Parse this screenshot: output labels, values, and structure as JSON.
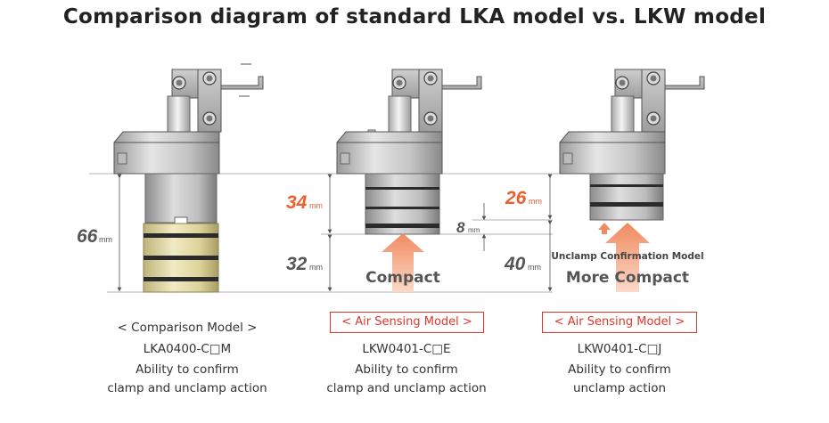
{
  "title": "Comparison diagram of standard LKA model vs. LKW model",
  "dimensions": {
    "lka_total": "66",
    "lka_unit": "mm",
    "lkw_e_upper": "34",
    "lkw_e_upper_unit": "mm",
    "lkw_e_lower": "32",
    "lkw_e_lower_unit": "mm",
    "lkw_e_gap": "8",
    "lkw_e_gap_unit": "mm",
    "lkw_j_upper": "26",
    "lkw_j_upper_unit": "mm",
    "lkw_j_lower": "40",
    "lkw_j_lower_unit": "mm"
  },
  "labels": {
    "compact": "Compact",
    "more_compact": "More Compact",
    "unclamp_confirmation": "Unclamp Confirmation Model"
  },
  "models": [
    {
      "tag": "< Comparison Model >",
      "code": "LKA0400-C□M",
      "desc1": "Ability to confirm",
      "desc2": "clamp and unclamp action"
    },
    {
      "tag": "< Air Sensing Model >",
      "code": "LKW0401-C□E",
      "desc1": "Ability to confirm",
      "desc2": "clamp and unclamp action"
    },
    {
      "tag": "< Air Sensing Model >",
      "code": "LKW0401-C□J",
      "desc1": "Ability to confirm",
      "desc2": "unclamp action"
    }
  ],
  "colors": {
    "highlight": "#e8602f",
    "tag_border": "#e0362b",
    "arrow": "#f2a788",
    "brass": "#e6dca6"
  }
}
